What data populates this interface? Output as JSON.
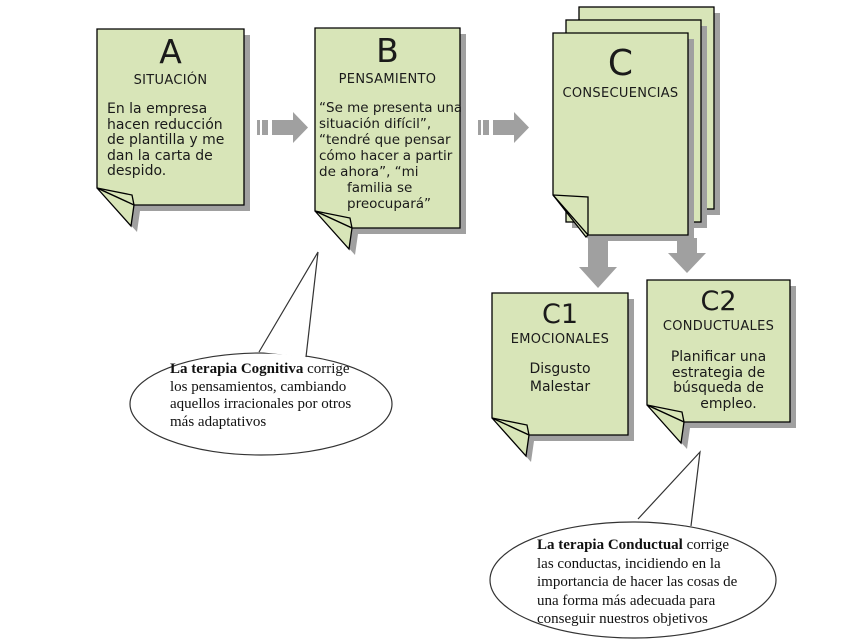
{
  "diagram_type": "ABC cognitive-behavioral therapy flow diagram",
  "colors": {
    "background": "#ffffff",
    "note_fill": "#d8e5b8",
    "note_border": "#000000",
    "shadow": "#a0a0a0",
    "arrow": "#a0a0a0",
    "callout_fill": "#ffffff",
    "callout_border": "#333333",
    "text": "#1a1a1a"
  },
  "icons": {
    "flow_arrow": "striped-right-arrow",
    "consequence_arrow": "down-arrow"
  },
  "notes": {
    "a": {
      "letter": "A",
      "subtitle": "SITUACIÓN",
      "body_lines": [
        "En la empresa",
        "hacen reducción",
        "de plantilla  y me",
        "dan la carta de",
        "despido."
      ]
    },
    "b": {
      "letter": "B",
      "subtitle": "PENSAMIENTO",
      "body_lines": [
        "“Se me presenta una",
        "situación difícil”,",
        "“tendré que pensar",
        "cómo hacer a partir",
        "de ahora”, “mi",
        "familia se",
        "preocupará”"
      ]
    },
    "c": {
      "letter": "C",
      "subtitle": "CONSECUENCIAS"
    },
    "c1": {
      "letter": "C1",
      "subtitle": "EMOCIONALES",
      "body_lines": [
        "Disgusto",
        "Malestar"
      ]
    },
    "c2": {
      "letter": "C2",
      "subtitle": "CONDUCTUALES",
      "body_lines": [
        "Planificar una",
        "estrategia de",
        "búsqueda de",
        "empleo."
      ]
    }
  },
  "callouts": [
    {
      "bold": "La terapia Cognitiva",
      "rest_of_first_line": " corrige",
      "lines": [
        "los pensamientos, cambiando",
        "aquellos irracionales por otros",
        "más adaptativos"
      ]
    },
    {
      "bold": "La terapia Conductual",
      "rest_of_first_line": "  corrige",
      "lines": [
        "las conductas, incidiendo en la",
        "importancia de hacer las cosas de",
        "una forma más adecuada para",
        "conseguir nuestros objetivos"
      ]
    }
  ]
}
